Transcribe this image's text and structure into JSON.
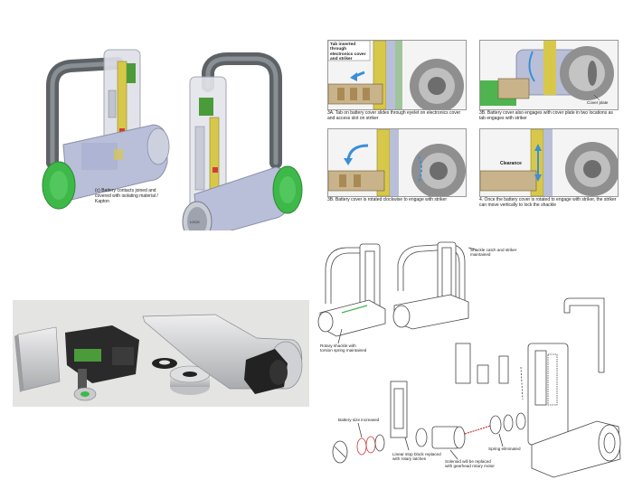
{
  "top_left": {
    "caption": "(c) Battery contacts joined and covered with isolating material / Kapton",
    "logo": "LOCK"
  },
  "step_panels": [
    {
      "id": "3A",
      "caption": "3A. Tab on battery cover slides through eyelet on electronics cover and access slot on striker",
      "callout": "Tab inserted through electronics cover and striker"
    },
    {
      "id": "3B",
      "caption": "3B. Battery cover also engages with cover plate in two locations as tab engages with striker",
      "callout": "Cover plate"
    },
    {
      "id": "3C",
      "caption": "3B. Battery cover is rotated clockwise to engage with striker",
      "callout": ""
    },
    {
      "id": "4",
      "caption": "4. Once the battery cover is rotated to engage with striker, the striker can move vertically to lock the shackle",
      "callout": "Clearance"
    }
  ],
  "line_labels": {
    "shackle_catch": "Shackle catch and striker maintained",
    "rotary_shackle": "Rotary shackle with torsion spring maintained",
    "battery_size": "Battery size increased",
    "linear_stop": "Linear stop block replaced with rotary latches",
    "solenoid": "Solenoid will be replaced with gearhead rotary motor",
    "spring": "Spring eliminated"
  },
  "colors": {
    "shackle_green": "#3fb84a",
    "shackle_gray": "#6f7478",
    "body_blue": "#b9bfd8",
    "pcb_yellow": "#d8c84a",
    "aluminum": "#c9cbce",
    "black_part": "#2a2a2a",
    "pcb_green": "#4b9b3b",
    "photo_bg": "#e4e4e2"
  }
}
